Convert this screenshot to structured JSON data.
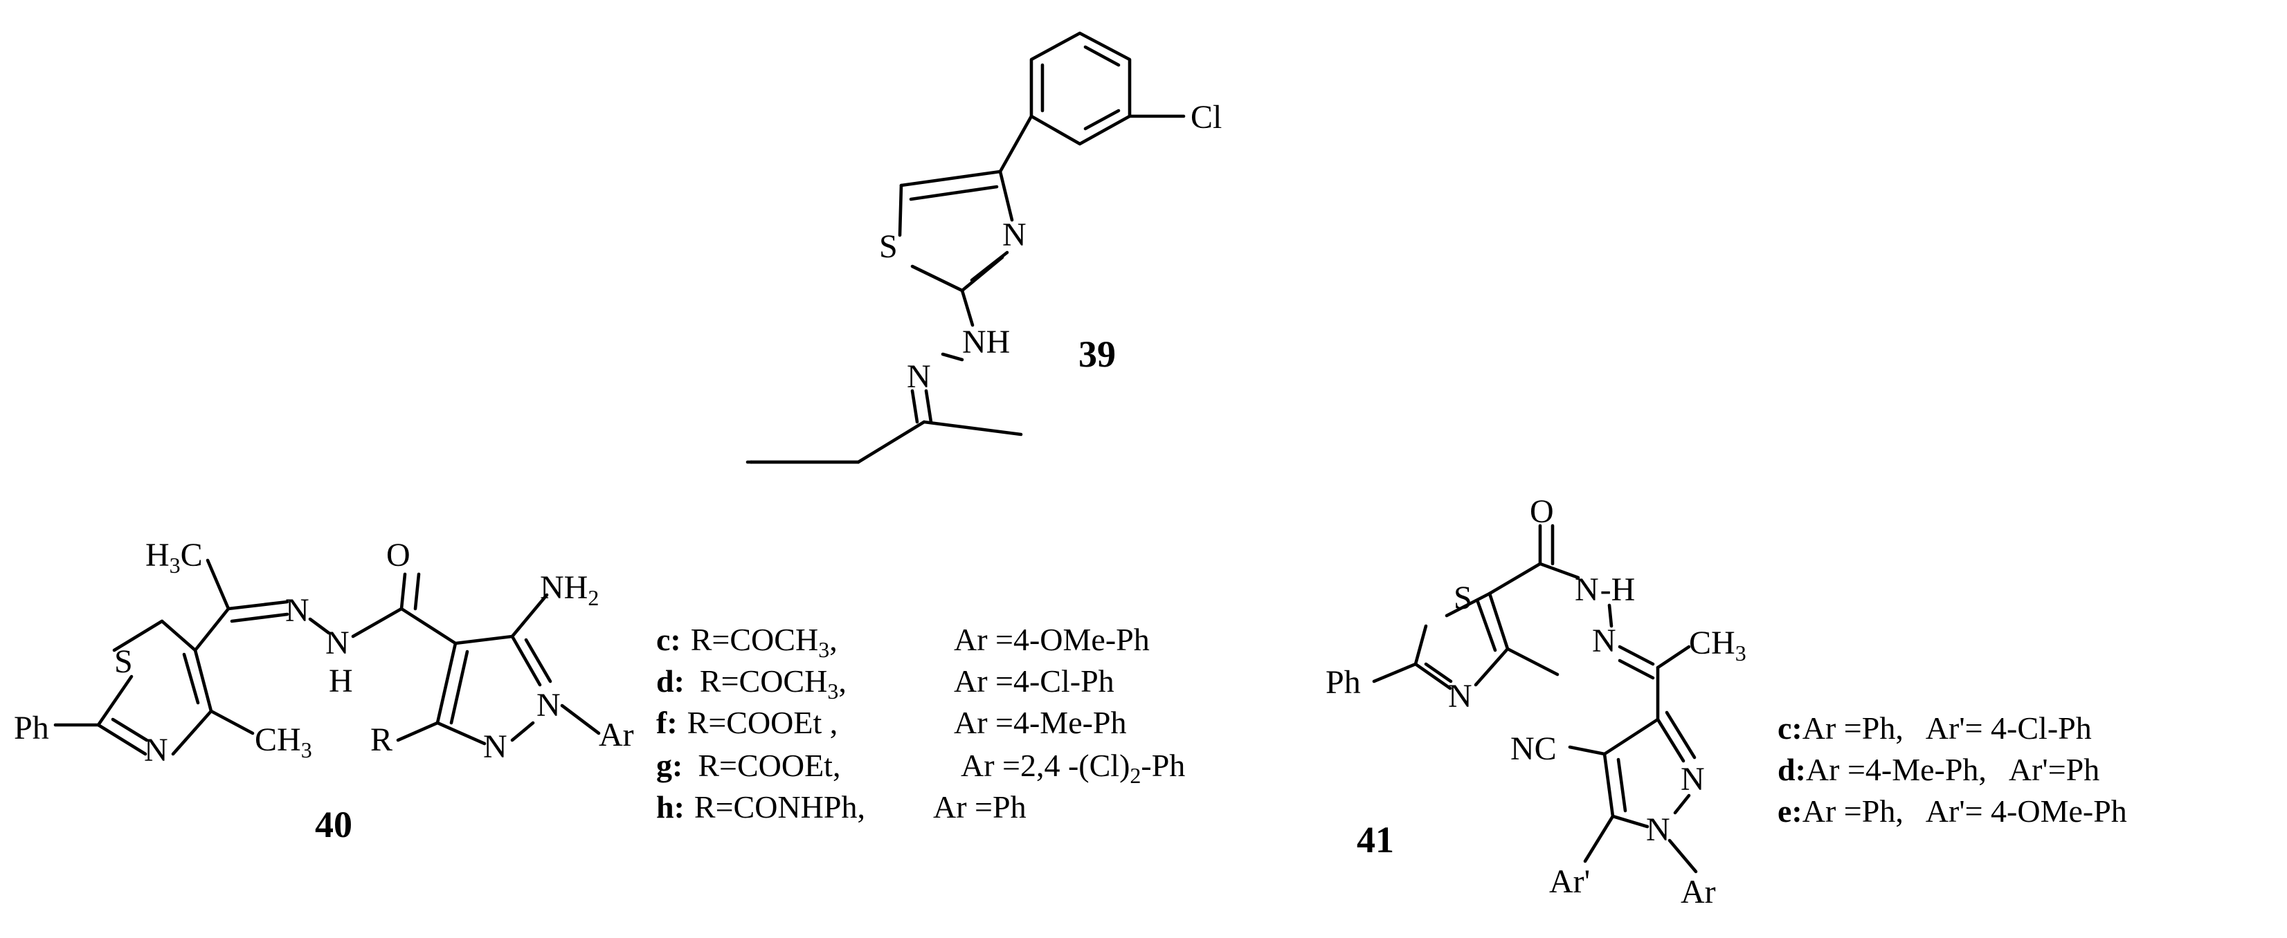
{
  "compound_39": {
    "number": "39",
    "atoms": {
      "cl": "Cl",
      "s": "S",
      "n": "N",
      "nh": "NH",
      "n2": "N"
    }
  },
  "compound_40": {
    "number": "40",
    "atoms": {
      "h3c_h": "H",
      "h3c_sub": "3",
      "h3c_c": "C",
      "n1": "N",
      "n2": "N",
      "h": "H",
      "o": "O",
      "nh2_nh": "NH",
      "nh2_sub": "2",
      "s": "S",
      "ph": "Ph",
      "n_thz": "N",
      "ch3_ch": "CH",
      "ch3_sub": "3",
      "r": "R",
      "n_pz": "N",
      "n_pz1": "N",
      "ar": "Ar"
    },
    "legend": [
      {
        "key": "c:",
        "r_main": "R=COCH",
        "r_sub": "3",
        "r_tail": ",",
        "ar": "Ar =4-OMe-Ph"
      },
      {
        "key": "d:",
        "r_main": "R=COCH",
        "r_sub": "3",
        "r_tail": ",",
        "ar": "Ar =4-Cl-Ph"
      },
      {
        "key": "f:",
        "r_main": "R=COOEt",
        "r_sub": "",
        "r_tail": " ,",
        "ar": "Ar =4-Me-Ph"
      },
      {
        "key": "g:",
        "r_main": "R=COOEt,",
        "r_sub": "",
        "r_tail": "",
        "ar": "Ar =2,4 -(Cl)",
        "ar_sub": "2",
        "ar_tail": "-Ph"
      },
      {
        "key": "h:",
        "r_main": "R=CONHPh,",
        "r_sub": "",
        "r_tail": "",
        "ar": "Ar =Ph"
      }
    ]
  },
  "compound_41": {
    "number": "41",
    "atoms": {
      "o": "O",
      "s": "S",
      "nh": "N",
      "h": "H",
      "n2": "N",
      "ch3_ch": "CH",
      "ch3_sub": "3",
      "ph": "Ph",
      "n_thz": "N",
      "nc": "NC",
      "n_pz": "N",
      "n_pz1": "N",
      "ar": "Ar",
      "arp": "Ar'"
    },
    "legend": [
      {
        "key": "c:",
        "text": "Ar =Ph,   Ar'= 4-Cl-Ph"
      },
      {
        "key": "d:",
        "text": "Ar =4-Me-Ph,   Ar'=Ph"
      },
      {
        "key": "e:",
        "text": "Ar =Ph,   Ar'= 4-OMe-Ph"
      }
    ]
  }
}
